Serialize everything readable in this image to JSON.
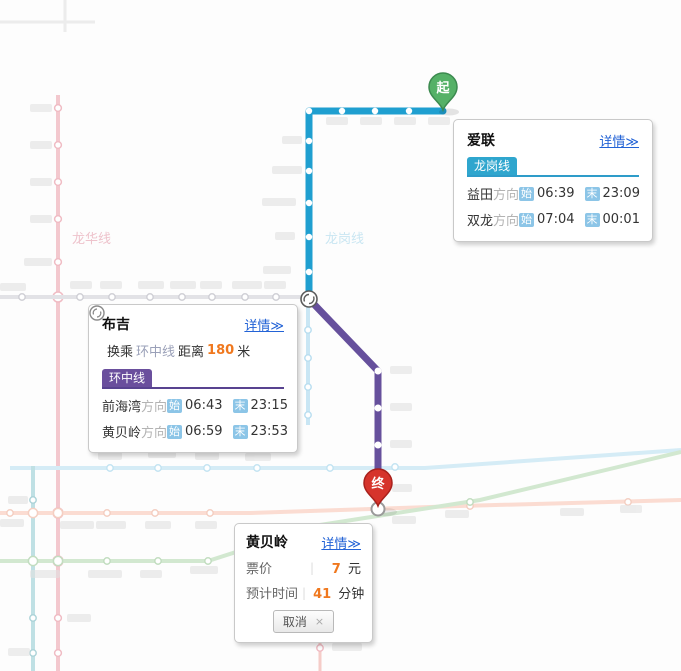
{
  "map": {
    "watermarks": [
      {
        "text": "龙华线",
        "color": "#eec3cc"
      },
      {
        "text": "龙岗线",
        "color": "#c9e6f2"
      }
    ],
    "background_line_colors": {
      "longhua_pink": "#f3c8ce",
      "gray_line": "#e2e2e6",
      "faded_longgang_blue": "#c9e6f4",
      "lower_blue": "#d5ecf6",
      "teal": "#bfe0e4",
      "peach_pink": "#fbdcd2",
      "green": "#d2e8d0"
    }
  },
  "route": {
    "line1_color": "#1f9fd0",
    "line2_color": "#66509c",
    "start_marker": {
      "label": "起",
      "color": "#55b167"
    },
    "end_marker": {
      "label": "终",
      "color": "#d6342c"
    }
  },
  "popups": {
    "ailian": {
      "title": "爱联",
      "details_link": "详情≫",
      "line_badge": "龙岗线",
      "rows": [
        {
          "station": "益田",
          "suffix": "方向",
          "first_label": "始",
          "first": "06:39",
          "last_label": "末",
          "last": "23:09"
        },
        {
          "station": "双龙",
          "suffix": "方向",
          "first_label": "始",
          "first": "07:04",
          "last_label": "末",
          "last": "00:01"
        }
      ]
    },
    "buji": {
      "title": "布吉",
      "details_link": "详情≫",
      "transfer": {
        "prefix": "换乘",
        "line": "环中线",
        "mid": "距离",
        "distance": "180",
        "unit": "米"
      },
      "line_badge": "环中线",
      "rows": [
        {
          "station": "前海湾",
          "suffix": "方向",
          "first_label": "始",
          "first": "06:43",
          "last_label": "末",
          "last": "23:15"
        },
        {
          "station": "黄贝岭",
          "suffix": "方向",
          "first_label": "始",
          "first": "06:59",
          "last_label": "末",
          "last": "23:53"
        }
      ]
    },
    "huangbeiling": {
      "title": "黄贝岭",
      "details_link": "详情≫",
      "fare_label": "票价",
      "fare_value": "7",
      "fare_unit": "元",
      "time_label": "预计时间",
      "time_value": "41",
      "time_unit": "分钟",
      "cancel_label": "取消",
      "close_icon": "×"
    }
  }
}
